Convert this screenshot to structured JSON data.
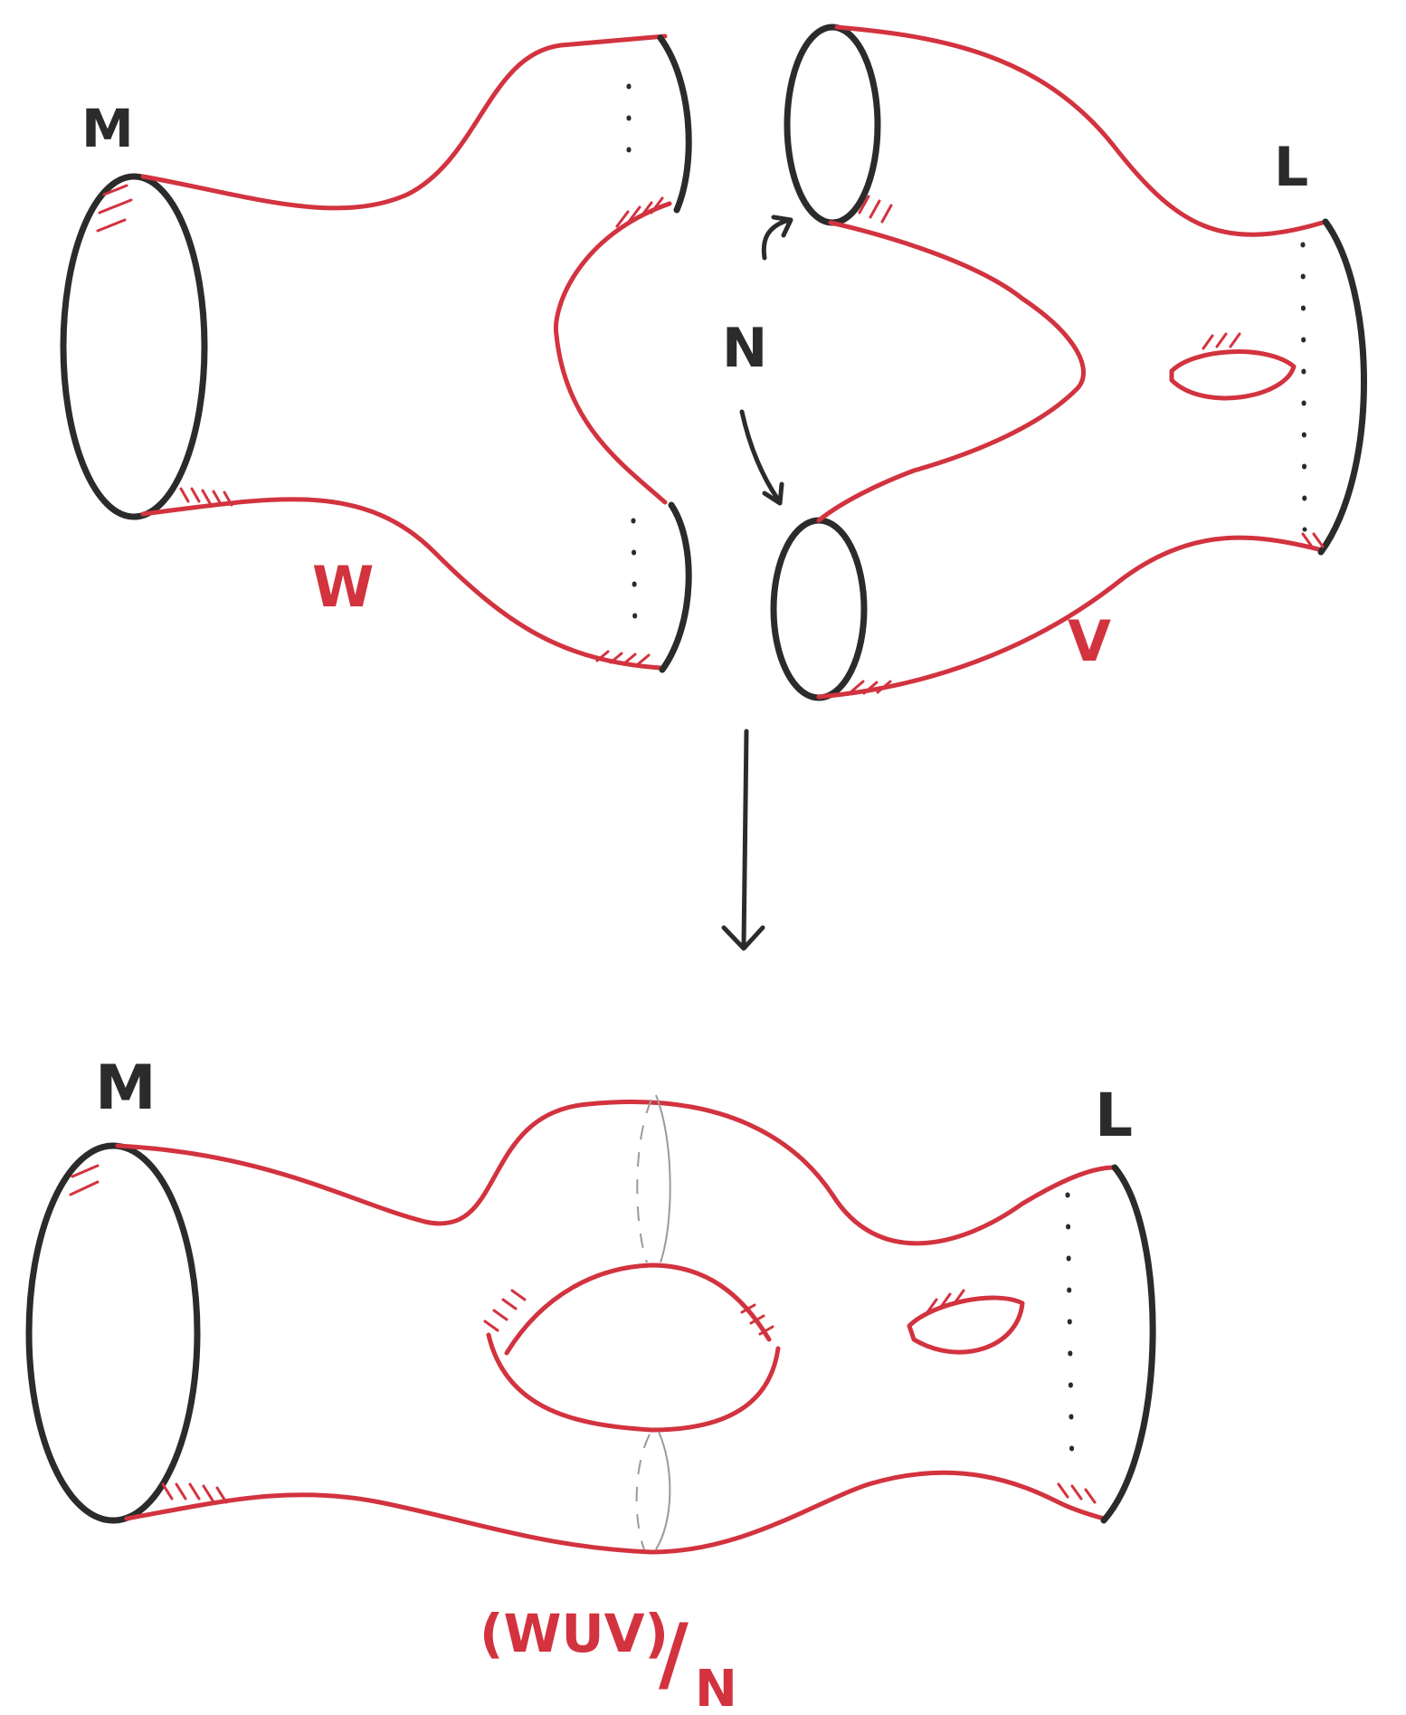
{
  "top": {
    "labels": {
      "M": "M",
      "W": "W",
      "N": "N",
      "V": "V",
      "L": "L"
    }
  },
  "bottom": {
    "labels": {
      "M": "M",
      "L": "L",
      "quotient_main": "(WUV)",
      "quotient_slash": "/",
      "quotient_sub": "N"
    }
  },
  "colors": {
    "ink_red": "#d2333f",
    "ink_black": "#2b2b2b"
  }
}
